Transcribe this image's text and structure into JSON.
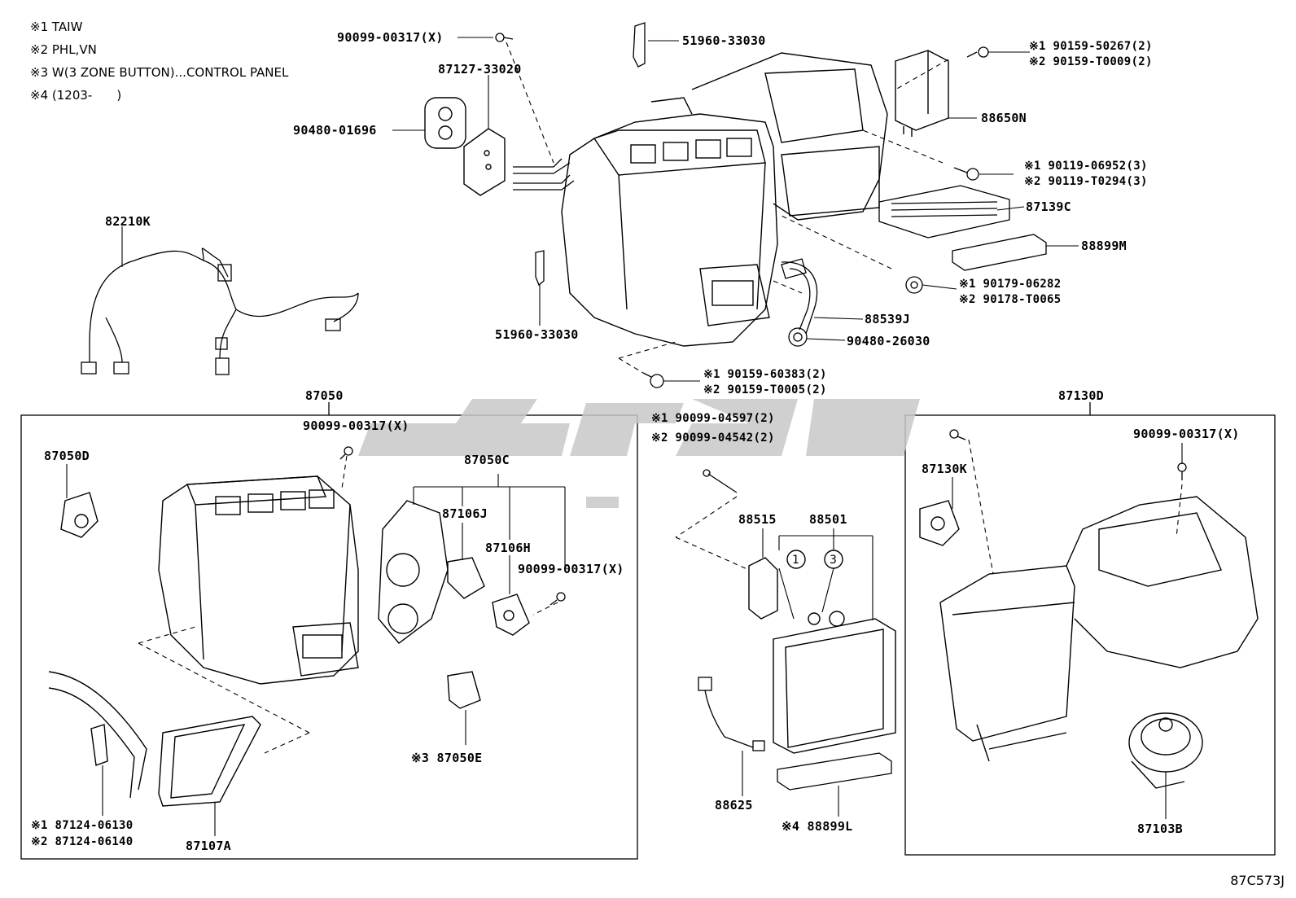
{
  "notes": [
    "※1 TAIW",
    "※2 PHL,VN",
    "※3 W(3 ZONE BUTTON)...CONTROL PANEL",
    "※4 (1203-　　)"
  ],
  "labels": {
    "p90099_00317_top": "90099-00317(X)",
    "p51960_33030_top": "51960-33030",
    "p90159_50267": "※1 90159-50267(2)",
    "p90159_T0009": "※2 90159-T0009(2)",
    "p87127_33020": "87127-33020",
    "p90480_01696": "90480-01696",
    "p88650N": "88650N",
    "p90119_06952": "※1 90119-06952(3)",
    "p90119_T0294": "※2 90119-T0294(3)",
    "p87139C": "87139C",
    "p82210K": "82210K",
    "p88899M": "88899M",
    "p90179_06282": "※1 90179-06282",
    "p90178_T0065": "※2 90178-T0065",
    "p88539J": "88539J",
    "p51960_33030_bot": "51960-33030",
    "p90480_26030": "90480-26030",
    "p90159_60383": "※1 90159-60383(2)",
    "p90159_T0005": "※2 90159-T0005(2)",
    "p87050": "87050",
    "p87130D": "87130D",
    "p90099_00317_left": "90099-00317(X)",
    "p90099_04597": "※1 90099-04597(2)",
    "p90099_04542": "※2 90099-04542(2)",
    "p90099_00317_right": "90099-00317(X)",
    "p87050D": "87050D",
    "p87050C": "87050C",
    "p87106J": "87106J",
    "p87130K": "87130K",
    "p87106H": "87106H",
    "p90099_00317_mid": "90099-00317(X)",
    "p88515": "88515",
    "p88501": "88501",
    "p87050E": "※3 87050E",
    "p88625": "88625",
    "p88899L": "※4 88899L",
    "p87103B": "87103B",
    "p87124_06130": "※1 87124-06130",
    "p87124_06140": "※2 87124-06140",
    "p87107A": "87107A",
    "circle1": "1",
    "circle3": "3"
  },
  "reference": "87C573J",
  "watermark_color": "#c8c8c8"
}
